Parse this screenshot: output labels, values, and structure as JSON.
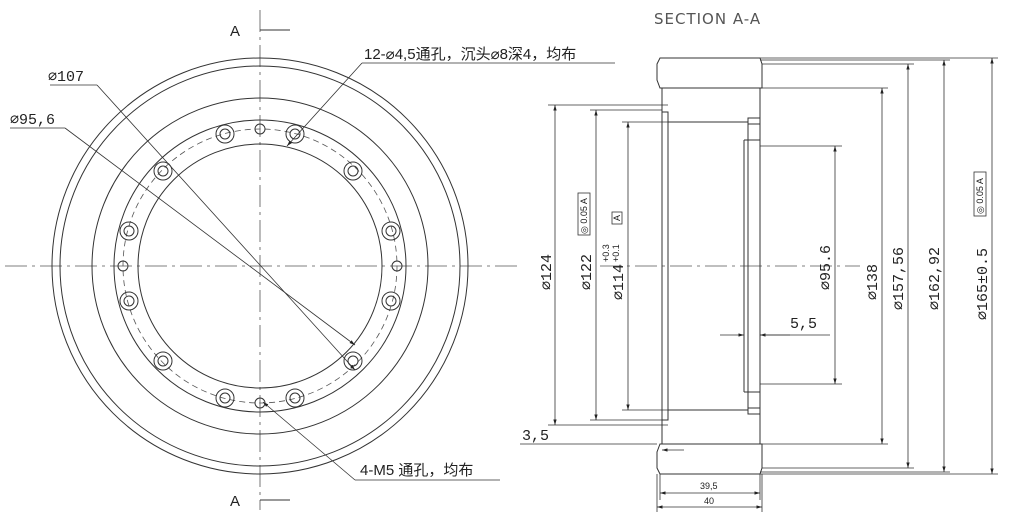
{
  "section_title": "SECTION A-A",
  "front_view": {
    "section_mark_top": "A",
    "section_mark_bottom": "A",
    "callout_d107": "⌀107",
    "callout_d95_6": "⌀95,6",
    "callout_holes12": "12-⌀4,5通孔，沉头⌀8深4，均布",
    "callout_holes4": "4-M5 通孔，均布"
  },
  "section_view": {
    "dim_d124": "⌀124",
    "dim_d122": "⌀122",
    "tol_d122": "◎ 0.05 A",
    "dim_d114": "⌀114",
    "tol_d114_upper": "+0.3",
    "tol_d114_lower": "+0.1",
    "datum_a": "A",
    "dim_d95_6": "⌀95.6",
    "dim_d138": "⌀138",
    "dim_d157_56": "⌀157,56",
    "dim_d162_92": "⌀162,92",
    "dim_d165": "⌀165±0.5",
    "tol_d165": "◎ 0.05 A",
    "dim_5_5": "5,5",
    "dim_3_5": "3,5",
    "dim_39_5": "39,5",
    "dim_40": "40"
  }
}
